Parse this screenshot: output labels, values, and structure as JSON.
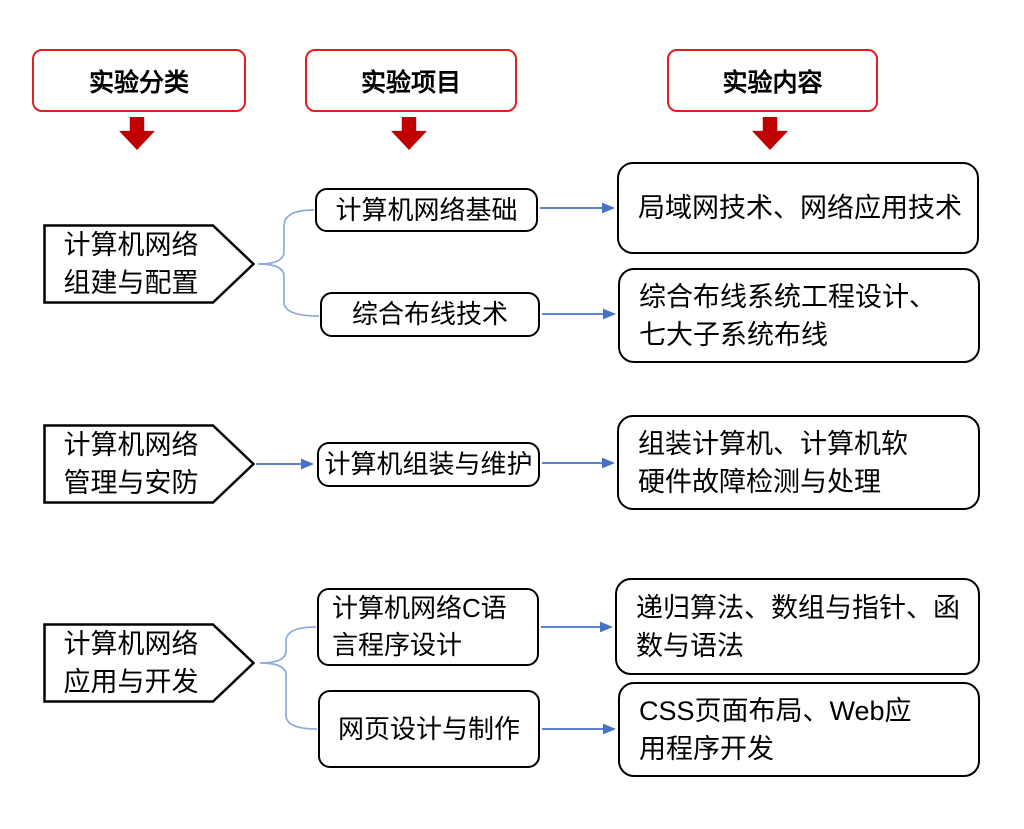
{
  "headers": [
    "实验分类",
    "实验项目",
    "实验内容"
  ],
  "groups": [
    {
      "category": {
        "lines": [
          "计算机网络",
          "组建与配置"
        ]
      },
      "connector": "brace",
      "rows": [
        {
          "project": {
            "lines": [
              "计算机网络基础"
            ]
          },
          "content": {
            "lines": [
              "局域网技术、网络应用技术"
            ]
          }
        },
        {
          "project": {
            "lines": [
              "综合布线技术"
            ]
          },
          "content": {
            "lines": [
              "综合布线系统工程设计、",
              "七大子系统布线"
            ]
          }
        }
      ]
    },
    {
      "category": {
        "lines": [
          "计算机网络",
          "管理与安防"
        ]
      },
      "connector": "arrow",
      "rows": [
        {
          "project": {
            "lines": [
              "计算机组装与维护"
            ]
          },
          "content": {
            "lines": [
              "组装计算机、计算机软",
              "硬件故障检测与处理"
            ]
          }
        }
      ]
    },
    {
      "category": {
        "lines": [
          "计算机网络",
          "应用与开发"
        ]
      },
      "connector": "brace",
      "rows": [
        {
          "project": {
            "lines": [
              "计算机网络C语",
              "言程序设计"
            ]
          },
          "content": {
            "lines": [
              "递归算法、数组与指针、函",
              "数与语法"
            ]
          }
        },
        {
          "project": {
            "lines": [
              "网页设计与制作"
            ]
          },
          "content": {
            "lines": [
              "CSS页面布局、Web应",
              "用程序开发"
            ]
          }
        }
      ]
    }
  ],
  "colors": {
    "header_border": "#e01f1f",
    "arrow_red": "#c00000",
    "connector_blue": "#4472c4",
    "brace_blue": "#8faadc",
    "shape_border": "#000000"
  }
}
